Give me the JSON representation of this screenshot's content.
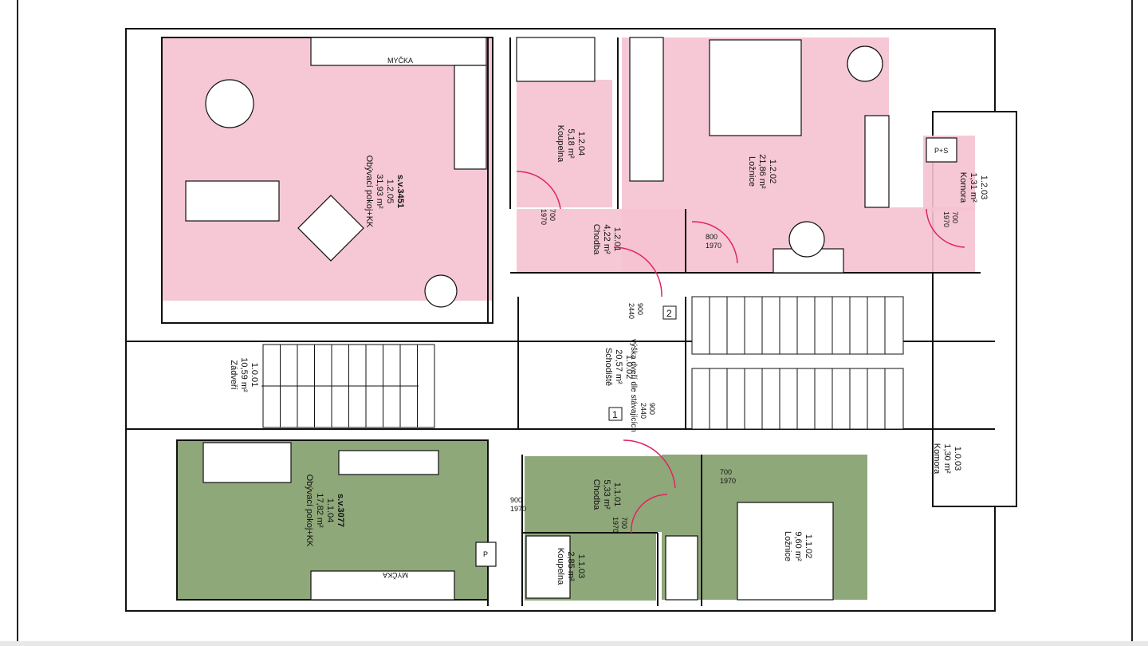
{
  "colors": {
    "upper_flat": "#f5c2d0",
    "lower_flat": "#8fa87a",
    "walls": "#111111",
    "doors": "#e0245e",
    "stairs": "#ffffff"
  },
  "rooms": [
    {
      "id": "r-1205",
      "name": "Obývací pokoj+KK",
      "area": "31,93 m²",
      "code": "1.2.05",
      "extra": "s.v.3451"
    },
    {
      "id": "r-1204",
      "name": "Koupelna",
      "area": "5,18 m²",
      "code": "1.2.04"
    },
    {
      "id": "r-1202",
      "name": "Ložnice",
      "area": "21,86 m²",
      "code": "1.2.02"
    },
    {
      "id": "r-1203",
      "name": "Komora",
      "area": "1,31 m²",
      "code": "1.2.03"
    },
    {
      "id": "r-1201",
      "name": "Chodba",
      "area": "4,22 m²",
      "code": "1.2.01"
    },
    {
      "id": "r-1001",
      "name": "Zádveří",
      "area": "10,59 m²",
      "code": "1.0.01"
    },
    {
      "id": "r-1002",
      "name": "Schodiště",
      "area": "20,57 m²",
      "code": "1.0.02"
    },
    {
      "id": "r-1003",
      "name": "Komora",
      "area": "1,30 m²",
      "code": "1.0.03"
    },
    {
      "id": "r-1104",
      "name": "Obývací pokoj+KK",
      "area": "17,82 m²",
      "code": "1.1.04",
      "extra": "s.v.3077"
    },
    {
      "id": "r-1101",
      "name": "Chodba",
      "area": "5,33 m²",
      "code": "1.1.01"
    },
    {
      "id": "r-1103",
      "name": "Koupelna",
      "area": "2,85 m²",
      "code": "1.1.03"
    },
    {
      "id": "r-1102",
      "name": "Ložnice",
      "area": "9,60 m²",
      "code": "1.1.02"
    }
  ],
  "notes": {
    "door_height": "výška dveří dle stávajících",
    "dishwasher_top": "MYČKA",
    "dishwasher_bottom": "MYČKA",
    "boiler_upper": "P+S",
    "boiler_lower": "P",
    "stair_mark_1": "1",
    "stair_mark_2": "2"
  },
  "doors": [
    {
      "id": "d1",
      "w": "700",
      "h": "1970"
    },
    {
      "id": "d2",
      "w": "800",
      "h": "1970"
    },
    {
      "id": "d3",
      "w": "700",
      "h": "1970"
    },
    {
      "id": "d4",
      "w": "900",
      "h": "2440"
    },
    {
      "id": "d5",
      "w": "900",
      "h": "2440"
    },
    {
      "id": "d6",
      "w": "700",
      "h": "1970"
    },
    {
      "id": "d7",
      "w": "900",
      "h": "1970"
    },
    {
      "id": "d8",
      "w": "700",
      "h": "1970"
    }
  ]
}
